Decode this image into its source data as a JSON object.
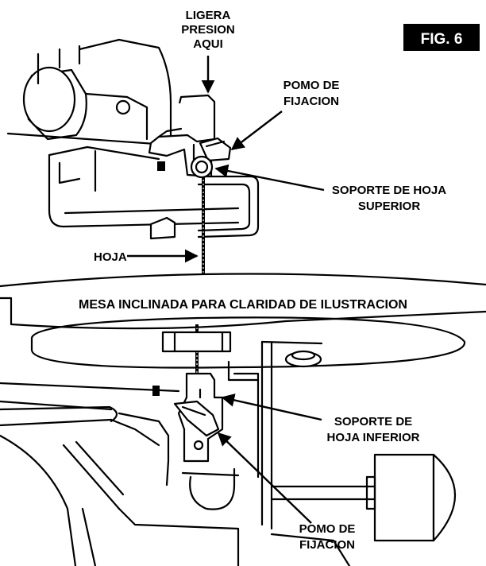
{
  "figure": {
    "tag": "FIG. 6",
    "labels": {
      "light_pressure": [
        "LIGERA",
        "PRESION",
        "AQUI"
      ],
      "upper_knob": [
        "POMO DE",
        "FIJACION"
      ],
      "upper_holder": [
        "SOPORTE DE HOJA",
        "SUPERIOR"
      ],
      "blade": "HOJA",
      "table_note": "MESA INCLINADA PARA CLARIDAD DE ILUSTRACION",
      "lower_holder": [
        "SOPORTE DE",
        "HOJA INFERIOR"
      ],
      "lower_knob": [
        "POMO DE",
        "FIJACION"
      ]
    }
  }
}
